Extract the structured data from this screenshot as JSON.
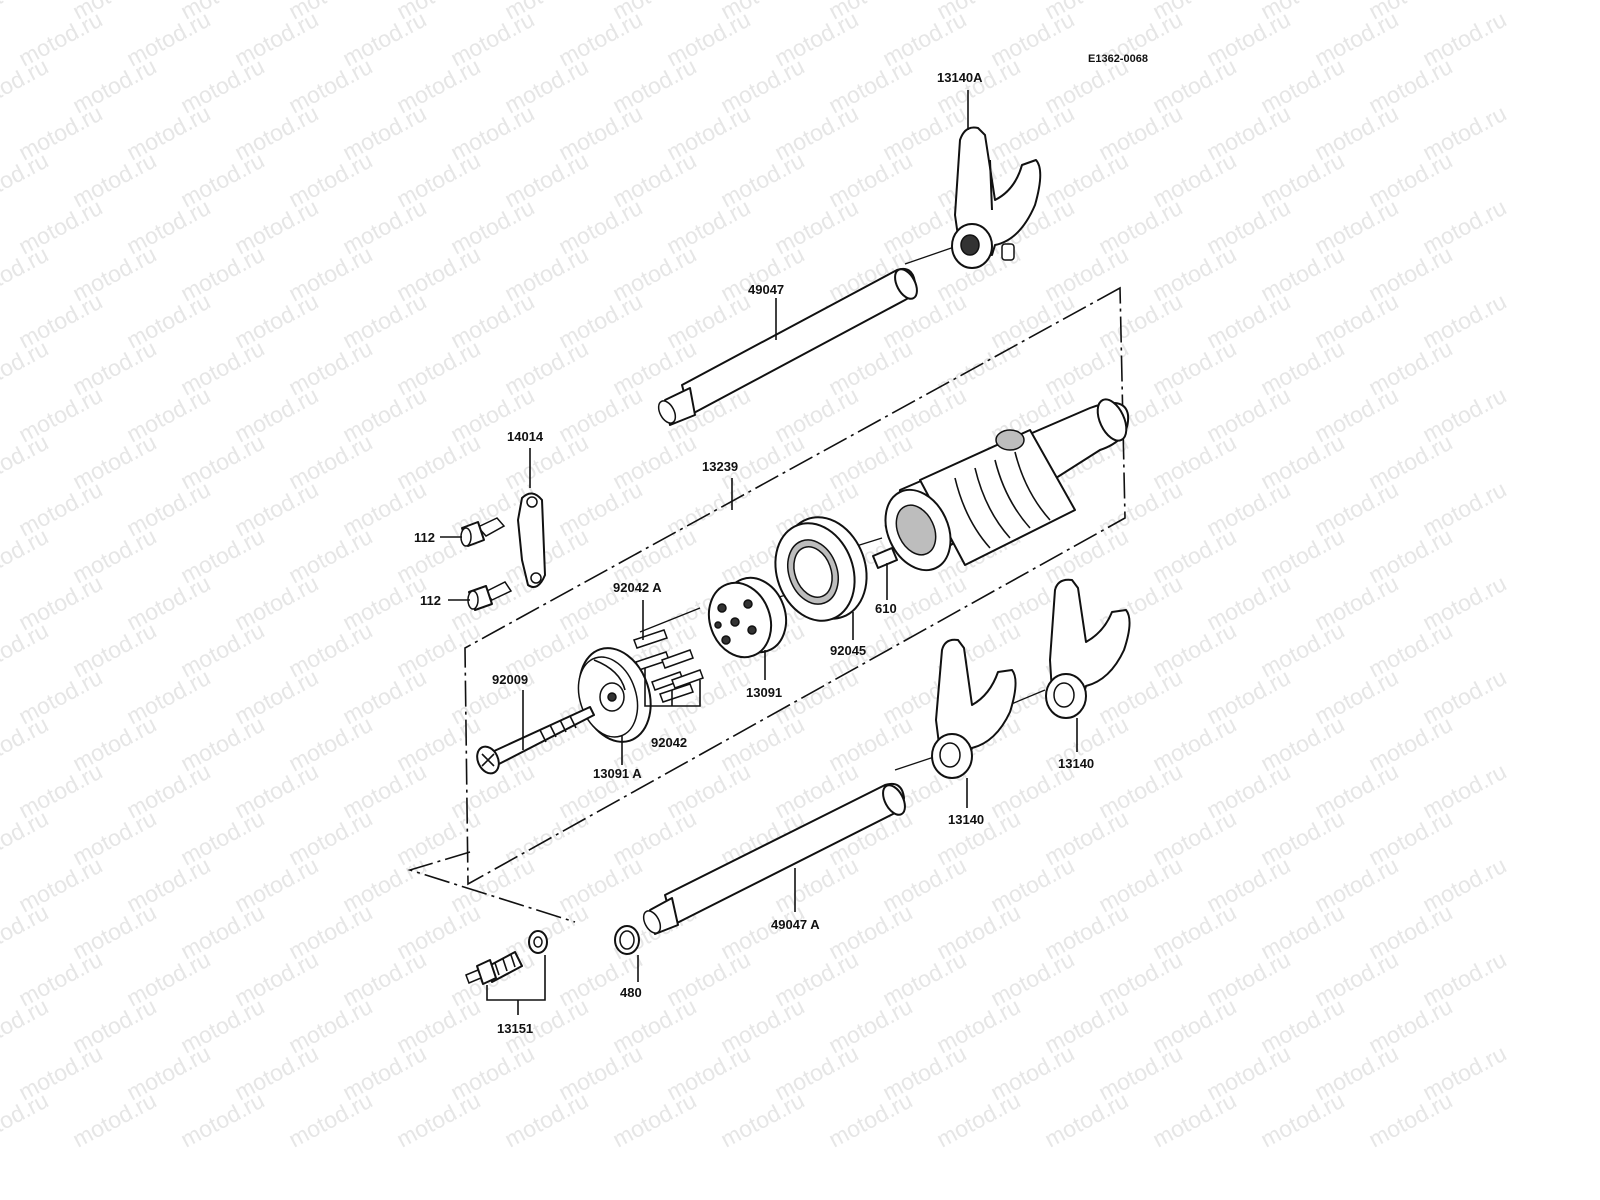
{
  "watermark": {
    "text": "motod.ru"
  },
  "diagram": {
    "code": "E1362-0068",
    "labels": {
      "p13140A": "13140A",
      "p49047": "49047",
      "p14014": "14014",
      "p13239": "13239",
      "p112a": "112",
      "p112b": "112",
      "p92042A": "92042 A",
      "p610": "610",
      "p92045": "92045",
      "p92009": "92009",
      "p13091": "13091",
      "p92042": "92042",
      "p13091A": "13091 A",
      "p13140a": "13140",
      "p13140b": "13140",
      "p49047A": "49047 A",
      "p480": "480",
      "p13151": "13151"
    }
  }
}
